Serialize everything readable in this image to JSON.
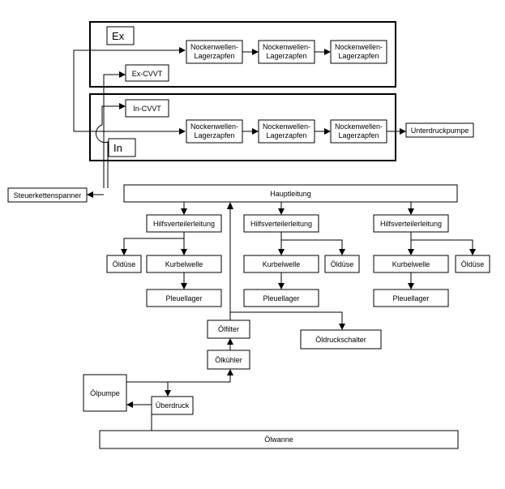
{
  "exhaust": {
    "label": "Ex",
    "cvvt": "Ex-CVVT",
    "bearing_line1": "Nockenwellen-",
    "bearing_line2": "Lagerzapfen"
  },
  "intake": {
    "label": "In",
    "cvvt": "In-CVVT",
    "bearing_line1": "Nockenwellen-",
    "bearing_line2": "Lagerzapfen",
    "vacuum_pump": "Unterdruckpumpe"
  },
  "timing_chain_tensioner": "Steuerkettenspanner",
  "main_gallery": "Hauptleitung",
  "branches": {
    "aux_line": "Hilfsverteilerleitung",
    "oil_jet": "Öldüse",
    "crankshaft": "Kurbelwelle",
    "conrod_bearing": "Pleuellager"
  },
  "oil_filter": "Ölfilter",
  "oil_pressure_switch": "Öldruckschalter",
  "oil_cooler": "Ölkühler",
  "oil_pump": "Ölpumpe",
  "relief_valve": "Überdruck",
  "oil_pan": "Ölwanne"
}
